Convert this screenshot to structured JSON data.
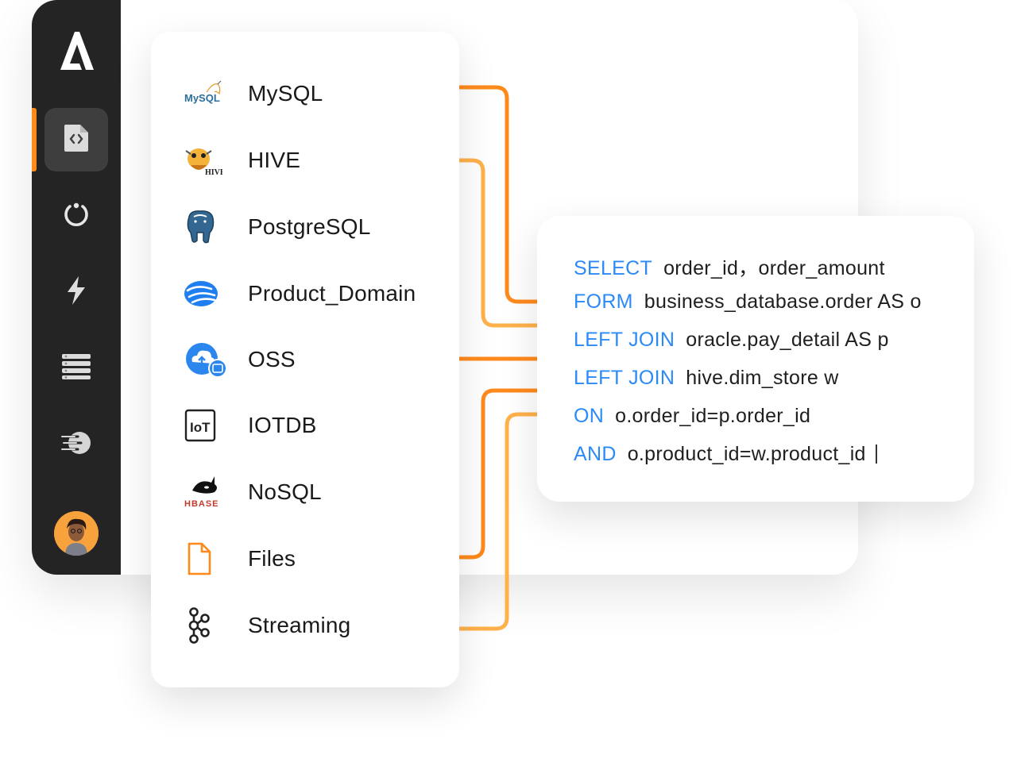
{
  "colors": {
    "accent": "#ff8a1c",
    "keyword": "#2b8af7",
    "sidebar": "#242424"
  },
  "sidebar": {
    "logo_icon": "brand-logo-icon",
    "items": [
      {
        "icon": "code-file-icon",
        "active": true
      },
      {
        "icon": "refresh-loop-icon",
        "active": false
      },
      {
        "icon": "lightning-icon",
        "active": false
      },
      {
        "icon": "list-icon",
        "active": false
      },
      {
        "icon": "data-stream-icon",
        "active": false
      }
    ],
    "avatar_icon": "user-avatar"
  },
  "datasources": [
    {
      "icon": "mysql-logo-icon",
      "label": "MySQL",
      "icon_text": "MySQL"
    },
    {
      "icon": "hive-logo-icon",
      "label": "HIVE",
      "icon_text": "HIVE"
    },
    {
      "icon": "postgresql-elephant-icon",
      "label": "PostgreSQL"
    },
    {
      "icon": "product-domain-icon",
      "label": "Product_Domain"
    },
    {
      "icon": "oss-cloud-icon",
      "label": "OSS"
    },
    {
      "icon": "iot-icon",
      "label": "IOTDB",
      "icon_text": "IoT"
    },
    {
      "icon": "hbase-orca-icon",
      "label": "NoSQL",
      "icon_text": "HBASE"
    },
    {
      "icon": "file-icon",
      "label": "Files"
    },
    {
      "icon": "kafka-icon",
      "label": "Streaming"
    }
  ],
  "sql": {
    "lines": [
      {
        "keyword": "SELECT",
        "text": "order_id，order_amount"
      },
      {
        "keyword": "FORM",
        "text": "business_database.order AS o"
      },
      {
        "keyword": "LEFT JOIN",
        "text": "oracle.pay_detail AS p"
      },
      {
        "keyword": "LEFT JOIN",
        "text": "hive.dim_store w"
      },
      {
        "keyword": "ON",
        "text": "o.order_id=p.order_id"
      },
      {
        "keyword": "AND",
        "text": "o.product_id=w.product_id"
      }
    ]
  }
}
